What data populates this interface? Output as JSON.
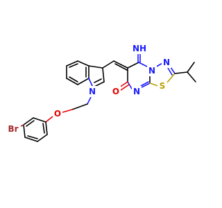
{
  "molecule": {
    "atoms": {
      "br": {
        "text": "Br",
        "color": "#a52a2a"
      },
      "o_ether": {
        "text": "O",
        "color": "#e60000"
      },
      "n_indole": {
        "text": "N",
        "color": "#1a1aff"
      },
      "n_imine": {
        "text": "NH",
        "color": "#1a1aff"
      },
      "n_ring_top": {
        "text": "N",
        "color": "#1a1aff"
      },
      "n_ring_right": {
        "text": "N",
        "color": "#1a1aff"
      },
      "n_ring_bottom": {
        "text": "N",
        "color": "#1a1aff"
      },
      "s_ring": {
        "text": "S",
        "color": "#b8a000"
      },
      "o_carbonyl": {
        "text": "O",
        "color": "#e60000"
      }
    }
  }
}
